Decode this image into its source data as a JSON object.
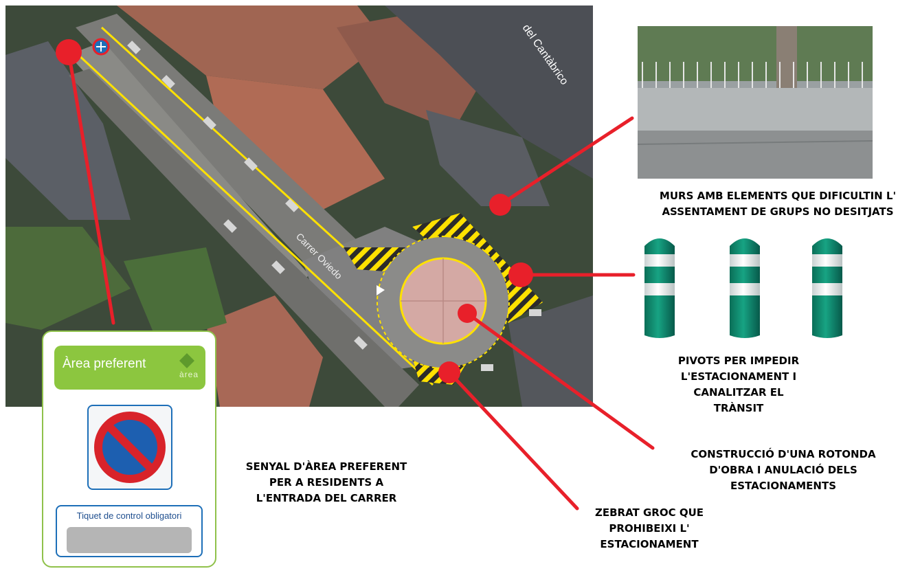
{
  "aerial": {
    "street_label_top": "del Cantàbrico",
    "street_label_main": "Carrer Oviedo"
  },
  "sign": {
    "title": "Àrea preferent",
    "logo_word": "àrea",
    "ticket_label": "Tiquet de control obligatori"
  },
  "labels": {
    "walls": "MURS AMB ELEMENTS QUE DIFICULTIN L'\nASSENTAMENT DE GRUPS NO DESITJATS",
    "bollards": "PIVOTS PER IMPEDIR\nL'ESTACIONAMENT I\nCANALITZAR EL\nTRÀNSIT",
    "roundabout": "CONSTRUCCIÓ D'UNA ROTONDA\nD'OBRA I ANULACIÓ DELS\nESTACIONAMENTS",
    "sign": "SENYAL D'ÀREA PREFERENT\nPER A RESIDENTS A\nL'ENTRADA DEL CARRER",
    "zebra": "ZEBRAT GROC QUE\nPROHIBEIXI L'\nESTACIONAMENT"
  },
  "colors": {
    "marker": "#e8202a",
    "zebra_yellow": "#ffe100",
    "bollard_green": "#0f8a6e",
    "sign_green": "#8cc63f",
    "sign_blue": "#1d6fb8"
  }
}
